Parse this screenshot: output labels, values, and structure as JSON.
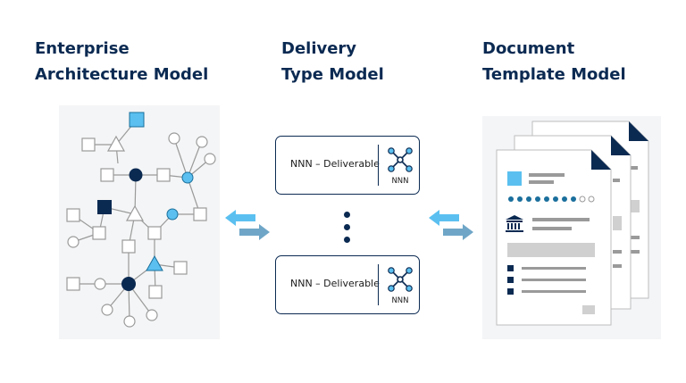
{
  "columns": {
    "enterprise_architecture": {
      "title_line1": "Enterprise",
      "title_line2": "Architecture Model"
    },
    "delivery_type": {
      "title_line1": "Delivery",
      "title_line2": "Type Model"
    },
    "document_template": {
      "title_line1": "Document",
      "title_line2": "Template Model"
    }
  },
  "deliverables": [
    {
      "label": "NNN – Deliverable",
      "code": "NNN"
    },
    {
      "label": "NNN – Deliverable",
      "code": "NNN"
    }
  ],
  "colors": {
    "navy": "#0b2a52",
    "light_blue": "#5bc0f0",
    "arrow_blue": "#6fa6c7",
    "gray_stroke": "#9a9a9a",
    "gray_fill": "#d0d0d0"
  },
  "icons": [
    "network-node-icon",
    "bank-icon",
    "bidirectional-arrow-icon"
  ]
}
